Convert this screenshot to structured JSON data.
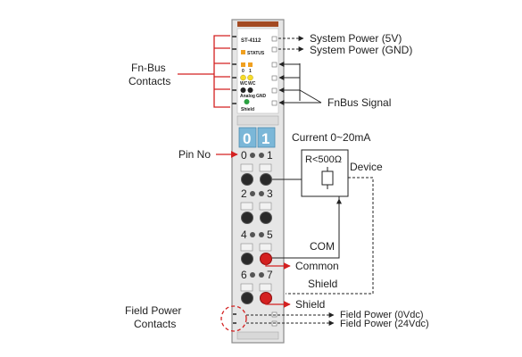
{
  "module": {
    "model": "ST-4112",
    "status_label": "STATUS",
    "led_labels": [
      "0",
      "1"
    ],
    "wc_labels": [
      "WC",
      "WC"
    ],
    "analog_label": "Analog",
    "gnd_label": "GND",
    "shield_label": "Shield",
    "channels": [
      "0",
      "1"
    ],
    "pin_numbers": [
      "0",
      "1",
      "2",
      "3",
      "4",
      "5",
      "6",
      "7"
    ]
  },
  "labels": {
    "fn_bus_contacts": [
      "Fn-Bus",
      "Contacts"
    ],
    "system_power_5v": "System Power (5V)",
    "system_power_gnd": "System Power (GND)",
    "fnbus_signal": "FnBus Signal",
    "pin_no": "Pin No",
    "current": "Current 0~20mA",
    "resistor": "R<500Ω",
    "device": "Device",
    "com": "COM",
    "common": "Common",
    "shield_top": "Shield",
    "shield_pin": "Shield",
    "field_power_contacts": [
      "Field Power",
      "Contacts"
    ],
    "field_power_0v": "Field Power (0Vdc)",
    "field_power_24v": "Field Power (24Vdc)"
  },
  "colors": {
    "accent_red": "#d42020",
    "channel_blue": "#7bb7d8",
    "status_orange": "#f0a020",
    "module_gray": "#e6e6e6"
  }
}
